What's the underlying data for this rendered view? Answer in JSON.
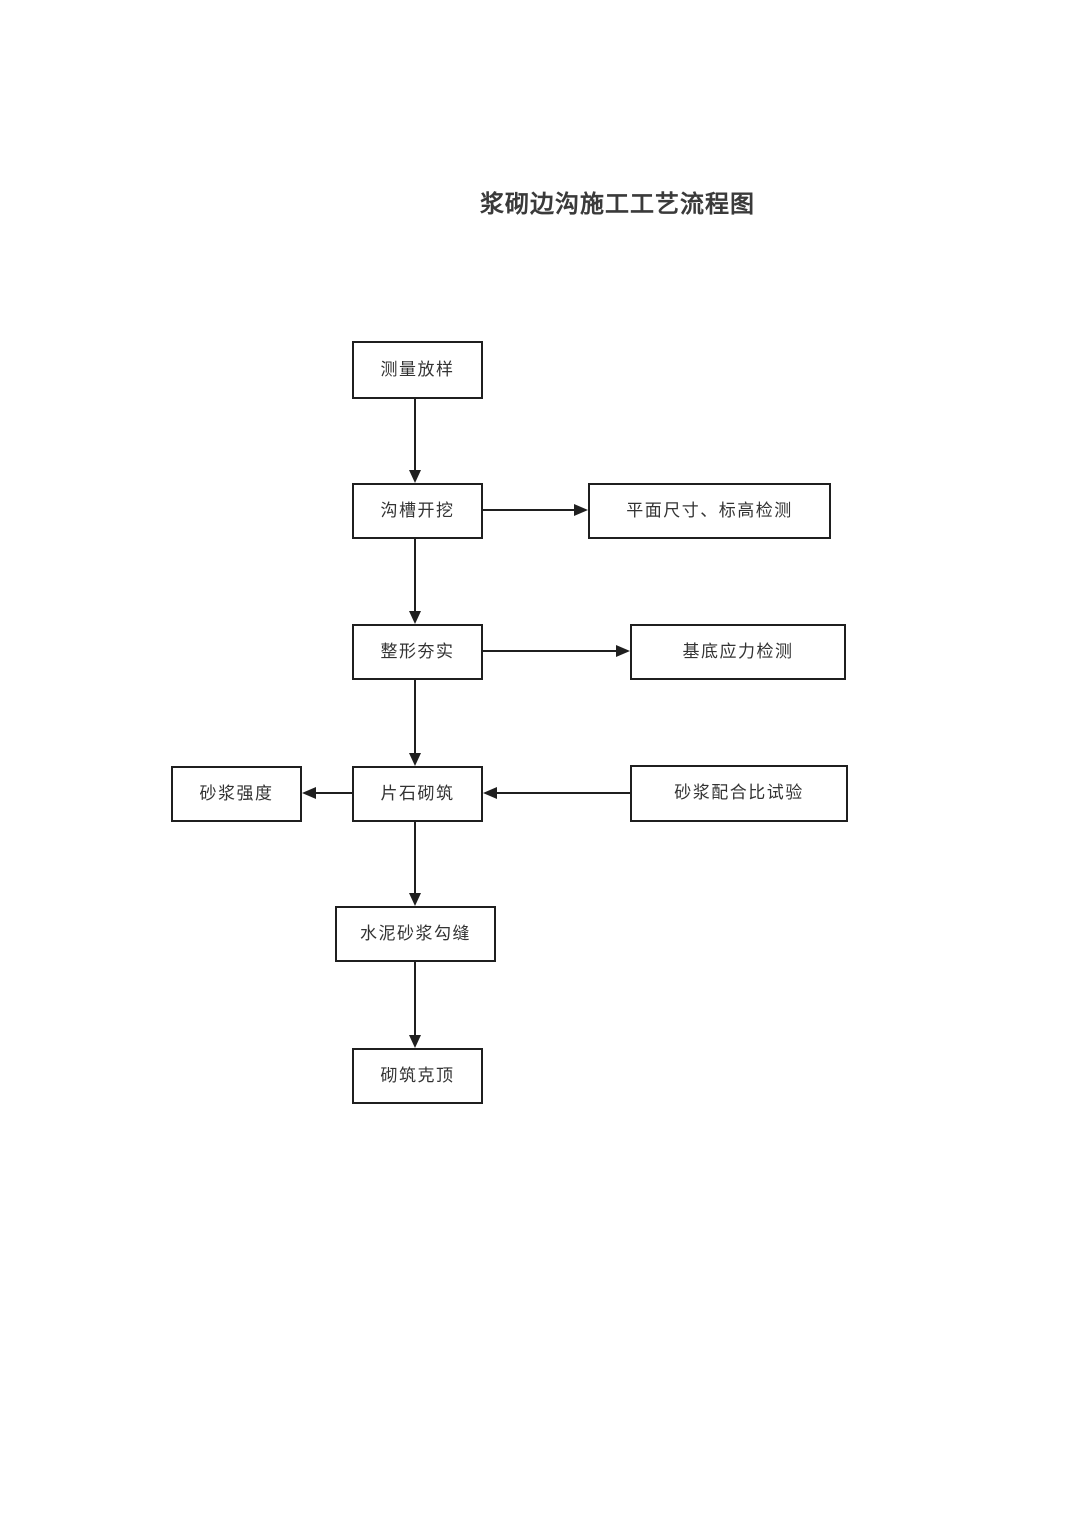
{
  "page": {
    "title": "浆砌边沟施工工艺流程图",
    "background": "#ffffff"
  },
  "flowchart": {
    "line_color": "#1f1f1f",
    "text_color": "#333333",
    "nodes": [
      {
        "id": "measure-setout",
        "label": "测量放样"
      },
      {
        "id": "trench-excavation",
        "label": "沟槽开挖"
      },
      {
        "id": "plane-elevation-check",
        "label": "平面尺寸、标高检测"
      },
      {
        "id": "shaping-compaction",
        "label": "整形夯实"
      },
      {
        "id": "base-stress-check",
        "label": "基底应力检测"
      },
      {
        "id": "mortar-strength",
        "label": "砂浆强度"
      },
      {
        "id": "stone-masonry",
        "label": "片石砌筑"
      },
      {
        "id": "mortar-mix-test",
        "label": "砂浆配合比试验"
      },
      {
        "id": "cement-mortar-pointing",
        "label": "水泥砂浆勾缝"
      },
      {
        "id": "masonry-capping",
        "label": "砌筑克顶"
      }
    ],
    "edges": [
      {
        "from": "measure-setout",
        "to": "trench-excavation"
      },
      {
        "from": "trench-excavation",
        "to": "plane-elevation-check"
      },
      {
        "from": "trench-excavation",
        "to": "shaping-compaction"
      },
      {
        "from": "shaping-compaction",
        "to": "base-stress-check"
      },
      {
        "from": "shaping-compaction",
        "to": "stone-masonry"
      },
      {
        "from": "stone-masonry",
        "to": "mortar-strength"
      },
      {
        "from": "mortar-mix-test",
        "to": "stone-masonry"
      },
      {
        "from": "stone-masonry",
        "to": "cement-mortar-pointing"
      },
      {
        "from": "cement-mortar-pointing",
        "to": "masonry-capping"
      }
    ]
  }
}
